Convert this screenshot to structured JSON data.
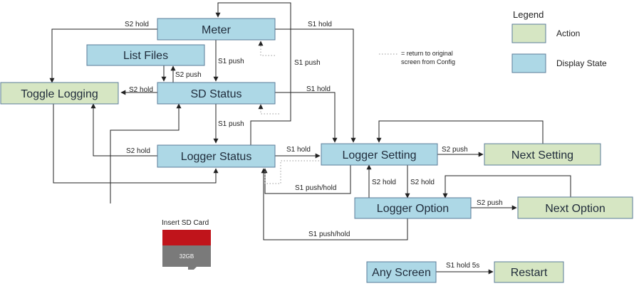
{
  "colors": {
    "display_state": "#add8e6",
    "action": "#d6e6c3",
    "border": "#5b7c99",
    "line": "#222222",
    "sd_red": "#c0141b",
    "sd_gray": "#7a7a7a"
  },
  "nodes": {
    "meter": "Meter",
    "list_files": "List Files",
    "toggle_logging": "Toggle Logging",
    "sd_status": "SD Status",
    "logger_status": "Logger Status",
    "logger_setting": "Logger Setting",
    "next_setting": "Next Setting",
    "logger_option": "Logger Option",
    "next_option": "Next Option",
    "any_screen": "Any Screen",
    "restart": "Restart"
  },
  "edges": {
    "s2_hold": "S2 hold",
    "s1_hold": "S1 hold",
    "s1_push": "S1 push",
    "s2_push": "S2 push",
    "s1_push_hold": "S1 push/hold",
    "s1_hold_5s": "S1 hold 5s"
  },
  "legend": {
    "title": "Legend",
    "action": "Action",
    "display_state": "Display State",
    "dotted_note_1": "= return to original",
    "dotted_note_2": "screen from Config"
  },
  "sd_card": {
    "label": "Insert SD Card",
    "capacity": "32GB",
    "icon": "sd-card-icon"
  }
}
